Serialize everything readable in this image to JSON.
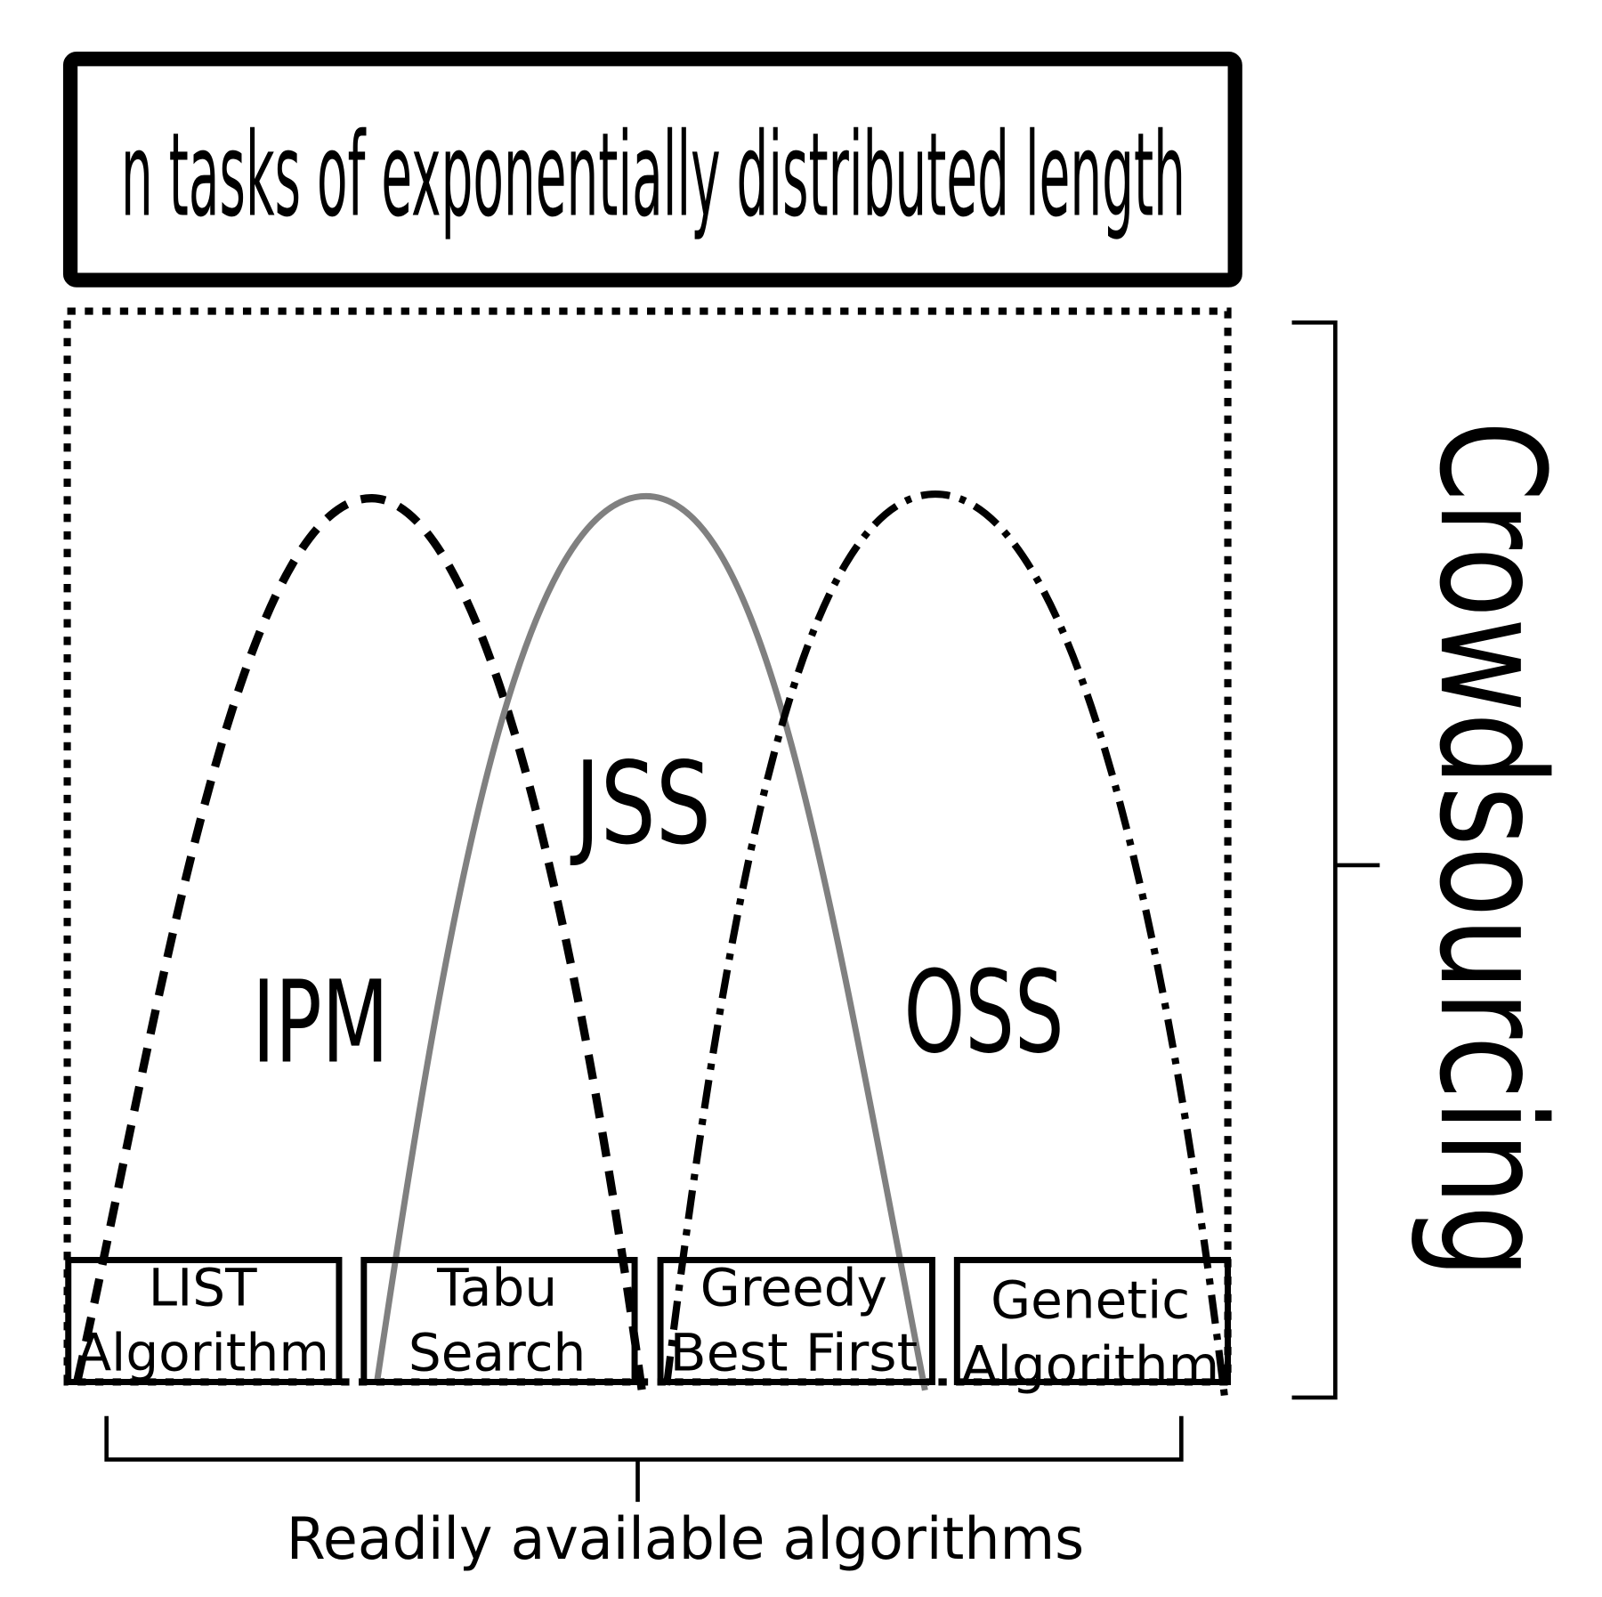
{
  "title": "n tasks of exponentially distributed length",
  "side_label": "Crowdsourcing",
  "bottom_label": "Readily available algorithms",
  "regions": [
    {
      "label": "IPM",
      "line_style": "dashed",
      "color": "#000000"
    },
    {
      "label": "JSS",
      "line_style": "solid",
      "color": "#808080"
    },
    {
      "label": "OSS",
      "line_style": "dash-dot",
      "color": "#000000"
    }
  ],
  "algorithms": [
    {
      "line1": "LIST",
      "line2": "Algorithm"
    },
    {
      "line1": "Tabu",
      "line2": "Search"
    },
    {
      "line1": "Greedy",
      "line2": "Best First"
    },
    {
      "line1": "Genetic",
      "line2": "Algorithm"
    }
  ]
}
